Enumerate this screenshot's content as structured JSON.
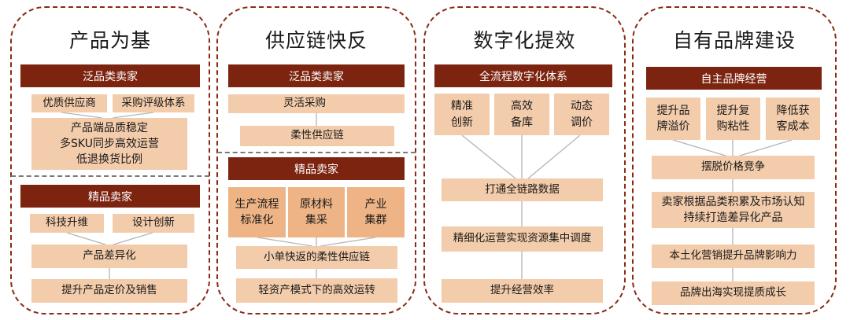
{
  "panels": [
    {
      "title": "产品为基",
      "sections": [
        {
          "header": "泛品类卖家",
          "sources": [
            "优质供应商",
            "采购评级体系"
          ],
          "outcomes": [
            "产品端品质稳定\n多SKU同步高效运营\n低退换货比例"
          ]
        },
        {
          "header": "精品卖家",
          "sources": [
            "科技升维",
            "设计创新"
          ],
          "outcomes": [
            "产品差异化",
            "提升产品定价及销售"
          ]
        }
      ]
    },
    {
      "title": "供应链快反",
      "sections": [
        {
          "header": "泛品类卖家",
          "sources": [
            "灵活采购"
          ],
          "outcomes": [
            "柔性供应链"
          ]
        },
        {
          "header": "精品卖家",
          "sources": [
            "生产流程\n标准化",
            "原材料\n集采",
            "产业\n集群"
          ],
          "outcomes": [
            "小单快返的柔性供应链",
            "轻资产模式下的高效运转"
          ]
        }
      ]
    },
    {
      "title": "数字化提效",
      "sections": [
        {
          "header": "全流程数字化体系",
          "sources": [
            "精准\n创新",
            "高效\n备库",
            "动态\n调价"
          ],
          "outcomes": [
            "打通全链路数据",
            "精细化运营实现资源集中调度",
            "提升经营效率"
          ]
        }
      ]
    },
    {
      "title": "自有品牌建设",
      "sections": [
        {
          "header": "自主品牌经营",
          "sources": [
            "提升品\n牌溢价",
            "提升复\n购粘性",
            "降低获\n客成本"
          ],
          "outcomes": [
            "摆脱价格竞争",
            "卖家根据品类积累及市场认知\n持续打造差异化产品",
            "本土化营销提升品牌影响力",
            "品牌出海实现提质成长"
          ]
        }
      ]
    }
  ],
  "colors": {
    "border": "#8a2a14",
    "header_fill": "#7c2410",
    "box_fill": "#f3ccab",
    "source_fill_strong": "#efb485",
    "connector": "#b5b5b5",
    "separator": "#7a7a7a"
  }
}
